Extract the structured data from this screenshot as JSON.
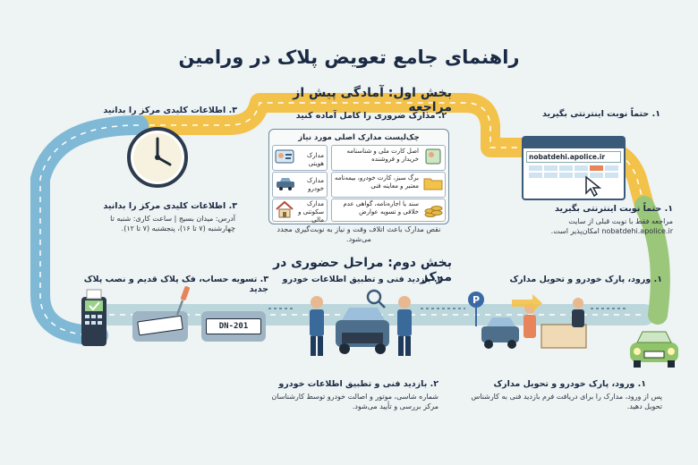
{
  "title": "راهنمای جامع تعویض پلاک در ورامین",
  "part1": {
    "heading": "بخش اول: آمادگی پیش از مراجعه",
    "step1": {
      "label": "۱. حتماً نوبت اینترنتی بگیرید",
      "url": "nobatdehi.apolice.ir"
    },
    "step2": {
      "label": "۲. مدارک ضروری را کامل آماده کنید"
    },
    "step3": {
      "label": "۳. اطلاعات کلیدی مرکز را بدانید"
    },
    "step1_detail": {
      "label": "۱. حتماً نوبت اینترنتی بگیرید",
      "text": "مراجعه فقط با نوبت قبلی از سایت nobatdehi.apolice.ir امکان‌پذیر است."
    },
    "step3_detail": {
      "label": "۳. اطلاعات کلیدی مرکز را بدانید",
      "text": "آدرس: میدان بسیج | ساعت کاری: شنبه تا چهارشنبه (۷ تا ۱۶)، پنجشنبه (۷ تا ۱۲)."
    },
    "checklist": {
      "title": "چک‌لیست مدارک اصلی مورد نیاز",
      "items": [
        {
          "name": "مدارک هویتی",
          "desc": "اصل کارت ملی و شناسنامه خریدار و فروشنده"
        },
        {
          "name": "مدارک خودرو",
          "desc": "برگ سبز، کارت خودرو، بیمه‌نامه معتبر و معاینه فنی"
        },
        {
          "name": "مدارک سکونتی و مالی",
          "desc": "سند یا اجاره‌نامه، گواهی عدم خلافی و تسویه عوارض"
        }
      ],
      "note": "نقص مدارک باعث اتلاف وقت و نیاز به نوبت‌گیری مجدد می‌شود."
    }
  },
  "part2": {
    "heading": "بخش دوم: مراحل حضوری در مرکز",
    "step1": {
      "label": "۱. ورود، پارک خودرو و تحویل مدارک"
    },
    "step2": {
      "label": "۲. بازدید فنی و تطبیق اطلاعات خودرو"
    },
    "step3": {
      "label": "۳. تسویه حساب، فک پلاک قدیم و نصب پلاک جدید"
    },
    "step1_detail": {
      "label": "۱. ورود، پارک خودرو و تحویل مدارک",
      "text": "پس از ورود، مدارک را برای دریافت فرم بازدید فنی به کارشناس تحویل دهید."
    },
    "step2_detail": {
      "label": "۲. بازدید فنی و تطبیق اطلاعات خودرو",
      "text": "شماره شاسی، موتور و اصالت خودرو توسط کارشناسان مرکز بررسی و تأیید می‌شود."
    },
    "plate_text": "DN-201"
  },
  "colors": {
    "road_blue": "#7fb9d6",
    "road_yellow": "#f3c24a",
    "road_green": "#9bc77a",
    "accent": "#1a2a44"
  }
}
